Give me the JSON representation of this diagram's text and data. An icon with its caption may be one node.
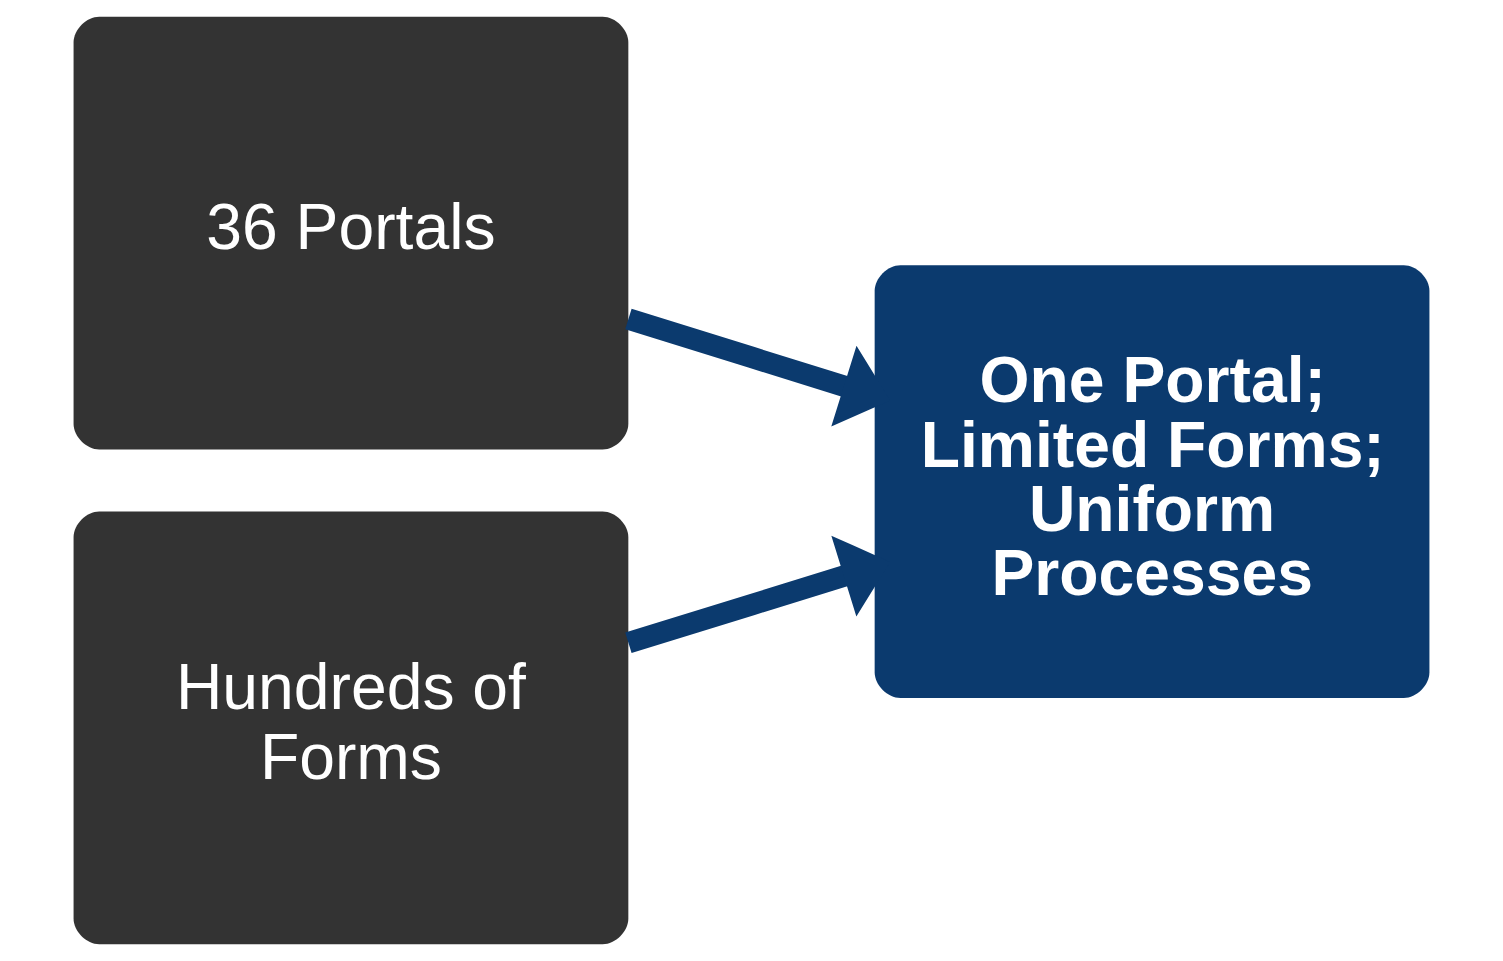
{
  "diagram": {
    "nodes": [
      {
        "text": [
          "36 Portals"
        ]
      },
      {
        "text": [
          "Hundreds of Forms"
        ]
      },
      {
        "text": [
          "One Portal; Limited Forms; Uniform Processes"
        ]
      }
    ],
    "edges": [
      {
        "from": 0,
        "to": 2,
        "arrow": "to"
      },
      {
        "from": 1,
        "to": 2,
        "arrow": "to"
      }
    ]
  }
}
